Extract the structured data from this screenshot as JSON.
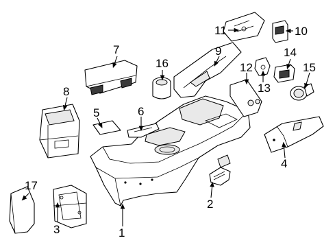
{
  "callouts": [
    {
      "id": "1",
      "text": "1"
    },
    {
      "id": "2",
      "text": "2"
    },
    {
      "id": "3",
      "text": "3"
    },
    {
      "id": "4",
      "text": "4"
    },
    {
      "id": "5",
      "text": "5"
    },
    {
      "id": "6",
      "text": "6"
    },
    {
      "id": "7",
      "text": "7"
    },
    {
      "id": "8",
      "text": "8"
    },
    {
      "id": "9",
      "text": "9"
    },
    {
      "id": "10",
      "text": "10"
    },
    {
      "id": "11",
      "text": "11"
    },
    {
      "id": "12",
      "text": "12"
    },
    {
      "id": "13",
      "text": "13"
    },
    {
      "id": "14",
      "text": "14"
    },
    {
      "id": "15",
      "text": "15"
    },
    {
      "id": "16",
      "text": "16"
    },
    {
      "id": "17",
      "text": "17"
    }
  ],
  "colors": {
    "line": "#000000",
    "background": "#ffffff",
    "shade": "#e9e9e9"
  }
}
